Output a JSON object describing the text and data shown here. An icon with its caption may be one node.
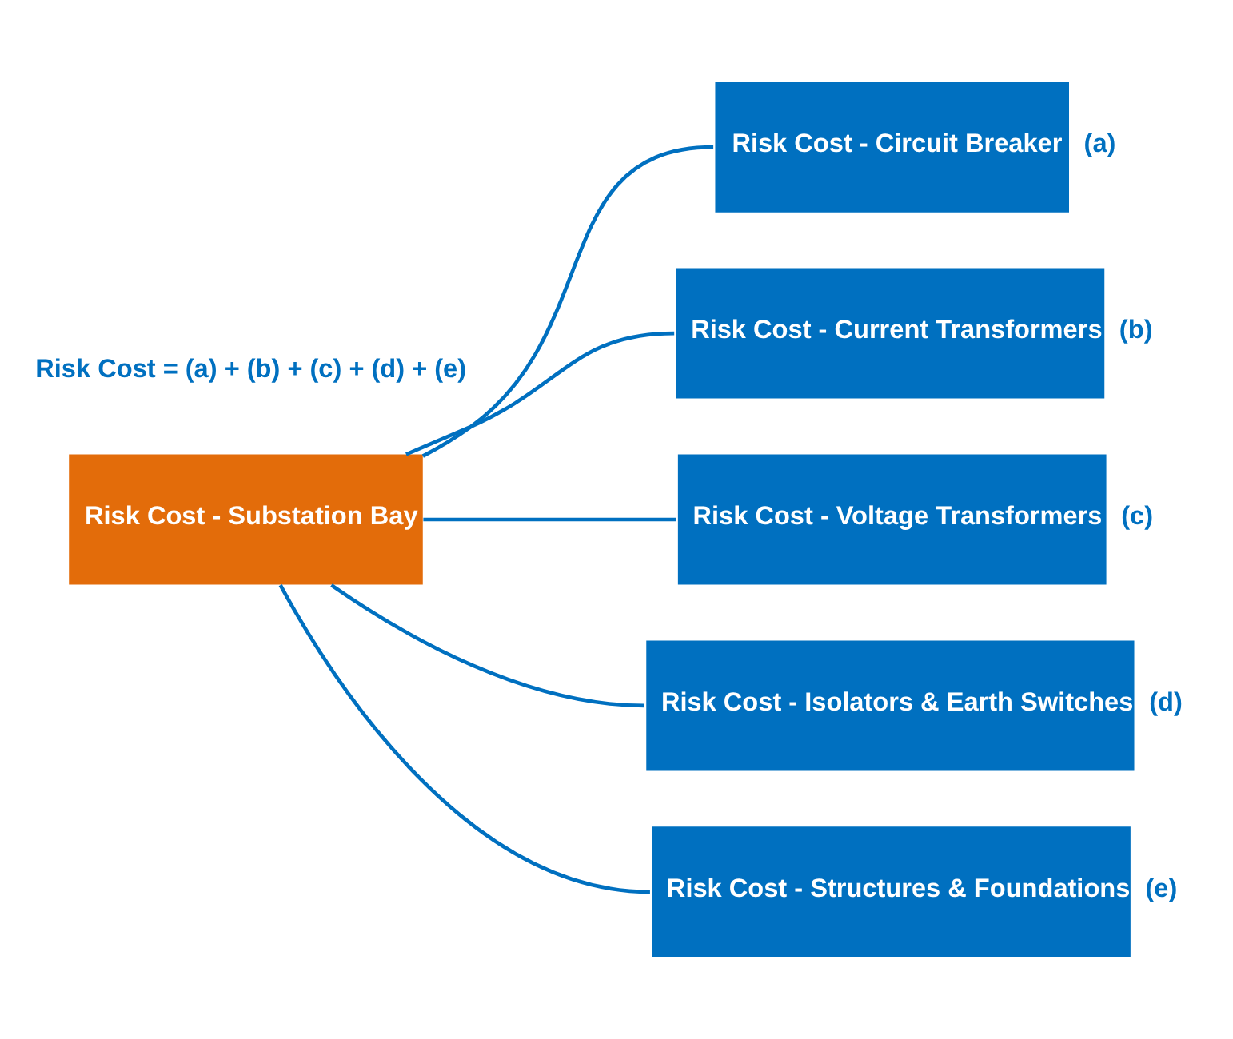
{
  "diagram": {
    "nodes": [
      {
        "text": [
          "Risk Cost - Substation Bay"
        ]
      },
      {
        "text": [
          "Risk Cost - Circuit Breaker"
        ],
        "beside": [
          "(a)"
        ]
      },
      {
        "text": [
          "Risk Cost - Current Transformers"
        ],
        "beside": [
          "(b)"
        ]
      },
      {
        "text": [
          "Risk Cost - Voltage Transformers"
        ],
        "beside": [
          "(c)"
        ]
      },
      {
        "text": [
          "Risk Cost - Isolators & Earth Switches"
        ],
        "beside": [
          "(d)"
        ]
      },
      {
        "text": [
          "Risk Cost - Structures & Foundations"
        ],
        "beside": [
          "(e)"
        ]
      }
    ],
    "edges": [
      {
        "from": 0,
        "to": 1,
        "arrow": "none"
      },
      {
        "from": 0,
        "to": 2,
        "arrow": "none"
      },
      {
        "from": 0,
        "to": 3,
        "arrow": "none"
      },
      {
        "from": 0,
        "to": 4,
        "arrow": "none"
      },
      {
        "from": 0,
        "to": 5,
        "arrow": "none"
      }
    ],
    "labels": [
      "Risk Cost = (a) + (b) + (c) + (d) + (e)"
    ]
  }
}
